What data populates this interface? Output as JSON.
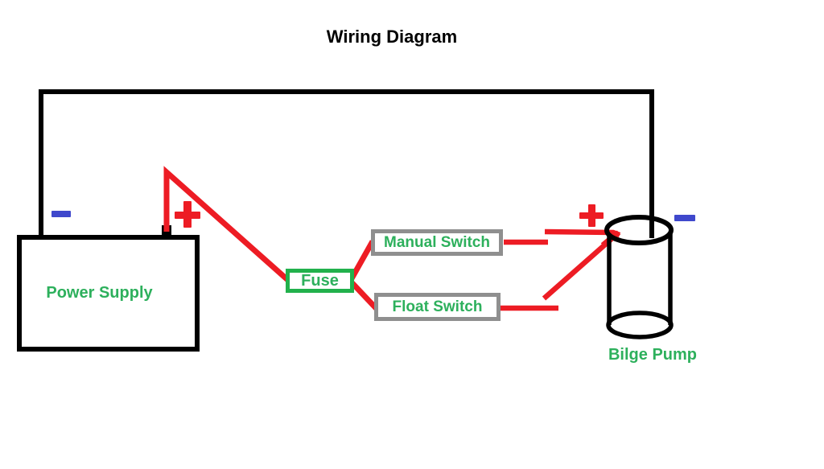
{
  "title": "Wiring Diagram",
  "colors": {
    "wire_black": "#000000",
    "wire_red": "#ed1c24",
    "terminal_blue": "#3f48cc",
    "component_green": "#22b14c",
    "text_green": "#2db05c",
    "switch_gray": "#8f8f8f"
  },
  "components": {
    "power_supply": {
      "label": "Power Supply"
    },
    "fuse": {
      "label": "Fuse"
    },
    "manual_switch": {
      "label": "Manual Switch"
    },
    "float_switch": {
      "label": "Float Switch"
    },
    "bilge_pump": {
      "label": "Bilge Pump"
    }
  },
  "terminals": [
    {
      "component": "power_supply",
      "polarity": "-",
      "color": "blue"
    },
    {
      "component": "power_supply",
      "polarity": "+",
      "color": "red"
    },
    {
      "component": "bilge_pump",
      "polarity": "+",
      "color": "red"
    },
    {
      "component": "bilge_pump",
      "polarity": "-",
      "color": "blue"
    }
  ],
  "connections": [
    {
      "from": "power_supply_negative",
      "to": "bilge_pump_negative",
      "wire": "black"
    },
    {
      "from": "power_supply_positive",
      "to": "fuse",
      "wire": "red"
    },
    {
      "from": "fuse",
      "to": "manual_switch",
      "wire": "red"
    },
    {
      "from": "fuse",
      "to": "float_switch",
      "wire": "red"
    },
    {
      "from": "manual_switch",
      "to": "bilge_pump_positive",
      "wire": "red"
    },
    {
      "from": "float_switch",
      "to": "bilge_pump_positive",
      "wire": "red"
    }
  ]
}
